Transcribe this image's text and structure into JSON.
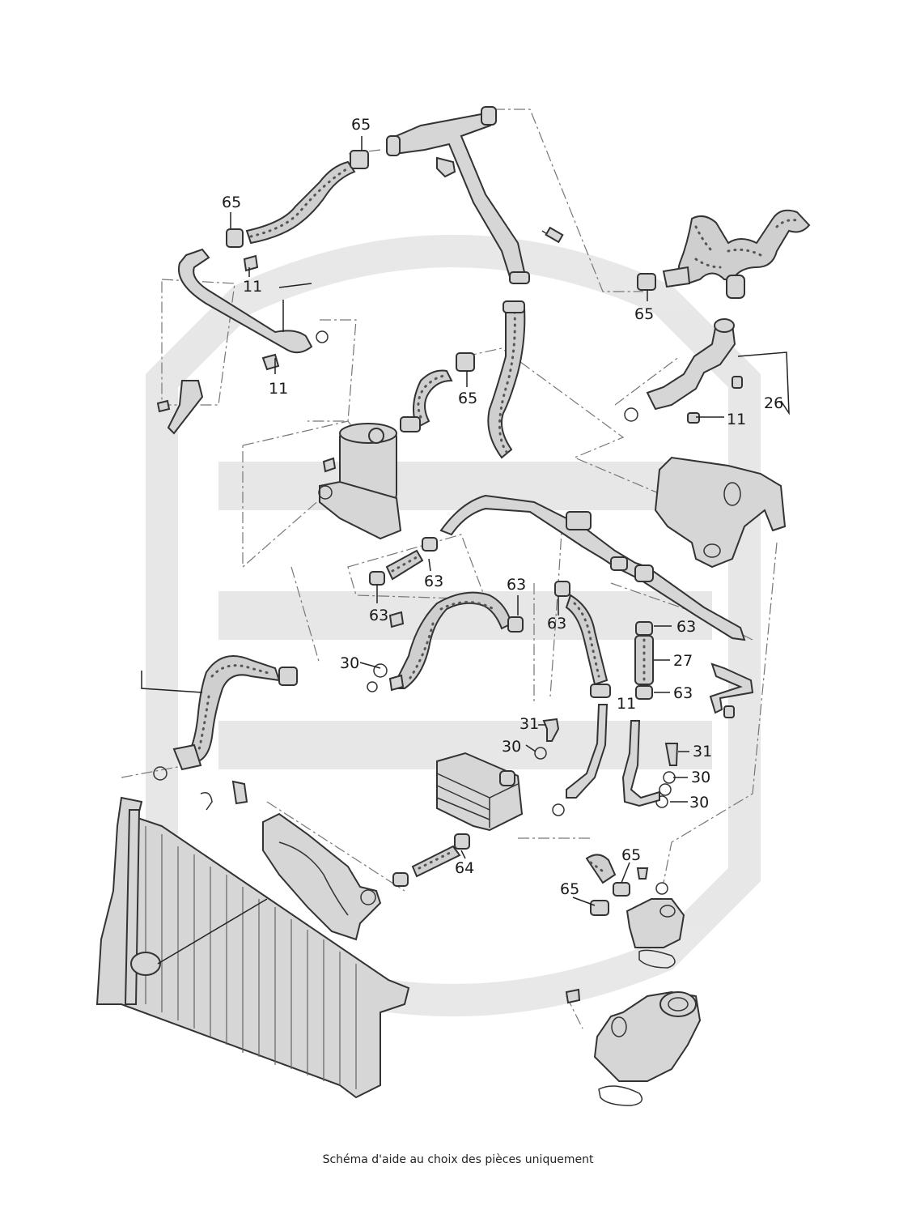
{
  "caption": "Schéma d'aide au choix des pièces uniquement",
  "labels": {
    "l65a": "65",
    "l65b": "65",
    "l11a": "11",
    "l11b": "11",
    "l65c": "65",
    "l65d": "65",
    "l11c": "11",
    "l26": "26",
    "l63a": "63",
    "l63b": "63",
    "l63c": "63",
    "l63d": "63",
    "l63e": "63",
    "l27": "27",
    "l63f": "63",
    "l30a": "30",
    "l31a": "31",
    "l30b": "30",
    "l11d": "11",
    "l31b": "31",
    "l30c": "30",
    "l30d": "30",
    "l64": "64",
    "l65e": "65",
    "l65f": "65"
  }
}
